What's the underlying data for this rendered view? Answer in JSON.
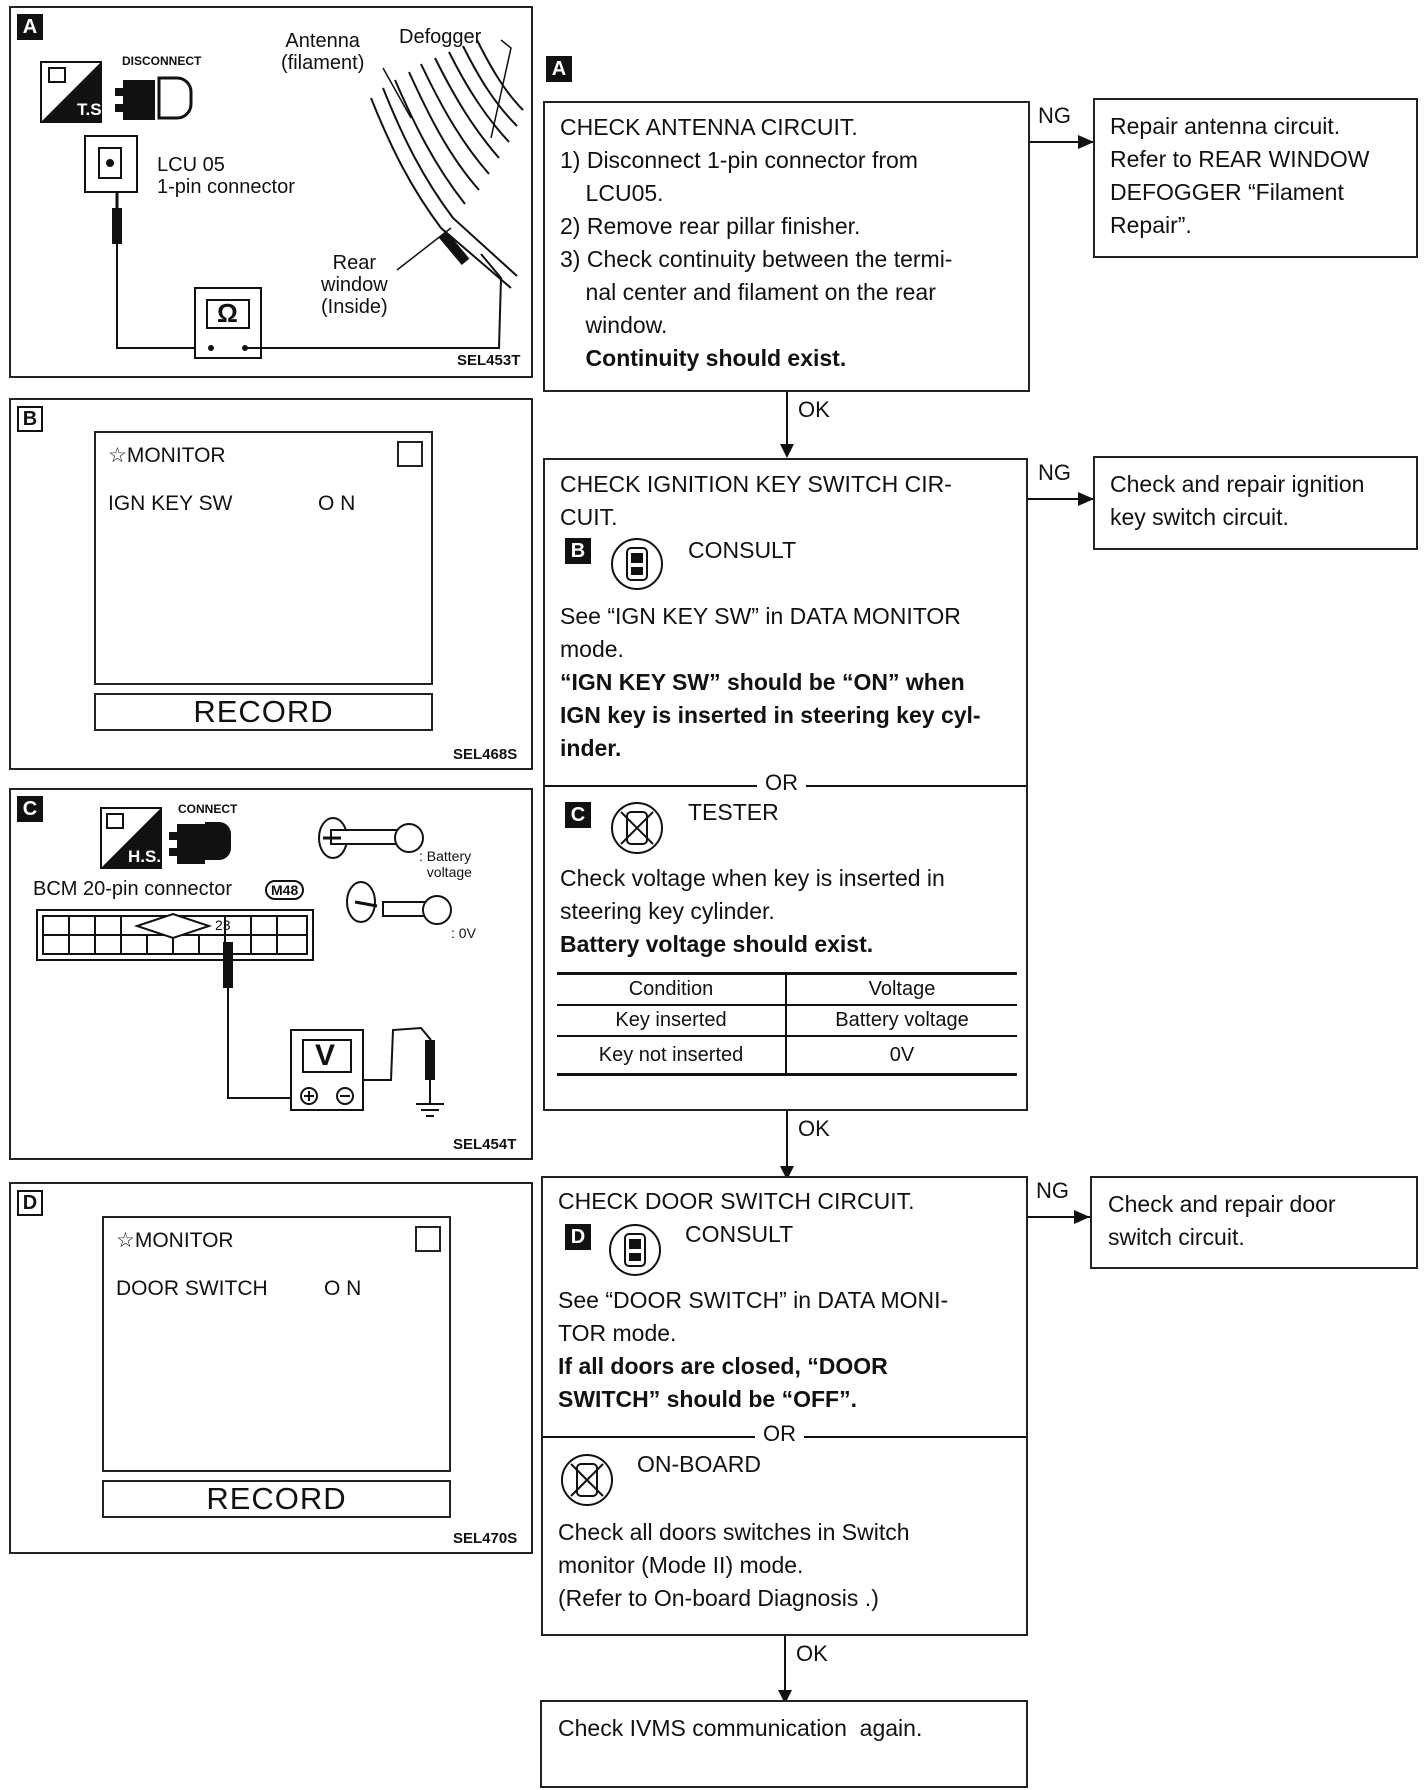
{
  "panels": {
    "a": {
      "letter": "A",
      "labels": {
        "antenna": "Antenna\n(filament)",
        "defogger": "Defogger",
        "disconnect": "DISCONNECT",
        "ts": "T.S.",
        "lcu": "LCU 05\n1-pin connector",
        "rear": "Rear\nwindow\n(Inside)",
        "ohm": "Ω"
      },
      "code": "SEL453T"
    },
    "b": {
      "letter": "B",
      "monitor_title": "☆MONITOR",
      "item_name": "IGN KEY SW",
      "item_value": "O N",
      "record": "RECORD",
      "code": "SEL468S"
    },
    "c": {
      "letter": "C",
      "hs": "H.S.",
      "connect": "CONNECT",
      "bcm": "BCM 20-pin connector",
      "connector_id": "M48",
      "pin": "23",
      "battery_label": ": Battery\n  voltage",
      "zero_label": ": 0V",
      "meter": "V",
      "code": "SEL454T"
    },
    "d": {
      "letter": "D",
      "monitor_title": "☆MONITOR",
      "item_name": "DOOR SWITCH",
      "item_value": "O N",
      "record": "RECORD",
      "code": "SEL470S"
    }
  },
  "flow": {
    "section_letter": "A",
    "step1": {
      "title": "CHECK ANTENNA CIRCUIT.",
      "lines": [
        "1) Disconnect 1-pin connector from",
        "    LCU05.",
        "2) Remove rear pillar finisher.",
        "3) Check continuity between the termi-",
        "    nal center and filament on the rear",
        "    window."
      ],
      "bold": "    Continuity should exist.",
      "ng": "NG",
      "ng_box": [
        "Repair antenna circuit.",
        "Refer to REAR WINDOW",
        "DEFOGGER “Filament",
        "Repair”."
      ],
      "ok": "OK"
    },
    "step2": {
      "title_lines": [
        "CHECK IGNITION KEY SWITCH CIR-",
        "CUIT."
      ],
      "consult_letter": "B",
      "consult": "CONSULT",
      "lines": [
        "See “IGN KEY SW” in DATA MONITOR",
        "mode."
      ],
      "bold": [
        "“IGN KEY SW” should be “ON” when",
        "IGN key is inserted in steering key cyl-",
        "inder."
      ],
      "or": "OR",
      "tester_letter": "C",
      "tester": "TESTER",
      "tester_lines": [
        "Check voltage when key is inserted in",
        "steering key cylinder."
      ],
      "tester_bold": "Battery voltage should exist.",
      "table": {
        "headers": [
          "Condition",
          "Voltage"
        ],
        "rows": [
          [
            "Key inserted",
            "Battery voltage"
          ],
          [
            "Key not inserted",
            "0V"
          ]
        ]
      },
      "ng": "NG",
      "ng_box": [
        "Check and repair ignition",
        "key switch circuit."
      ],
      "ok": "OK"
    },
    "step3": {
      "title": "CHECK DOOR SWITCH CIRCUIT.",
      "consult_letter": "D",
      "consult": "CONSULT",
      "lines": [
        "See “DOOR SWITCH” in DATA MONI-",
        "TOR mode."
      ],
      "bold": [
        "If all doors are closed, “DOOR",
        "SWITCH” should be “OFF”."
      ],
      "or": "OR",
      "onboard": "ON-BOARD",
      "onboard_lines": [
        "Check all doors switches in Switch",
        "monitor (Mode II) mode.",
        "(Refer to On-board Diagnosis .)"
      ],
      "ng": "NG",
      "ng_box": [
        "Check and repair door",
        "switch circuit."
      ],
      "ok": "OK"
    },
    "final": "Check IVMS communication  again."
  }
}
